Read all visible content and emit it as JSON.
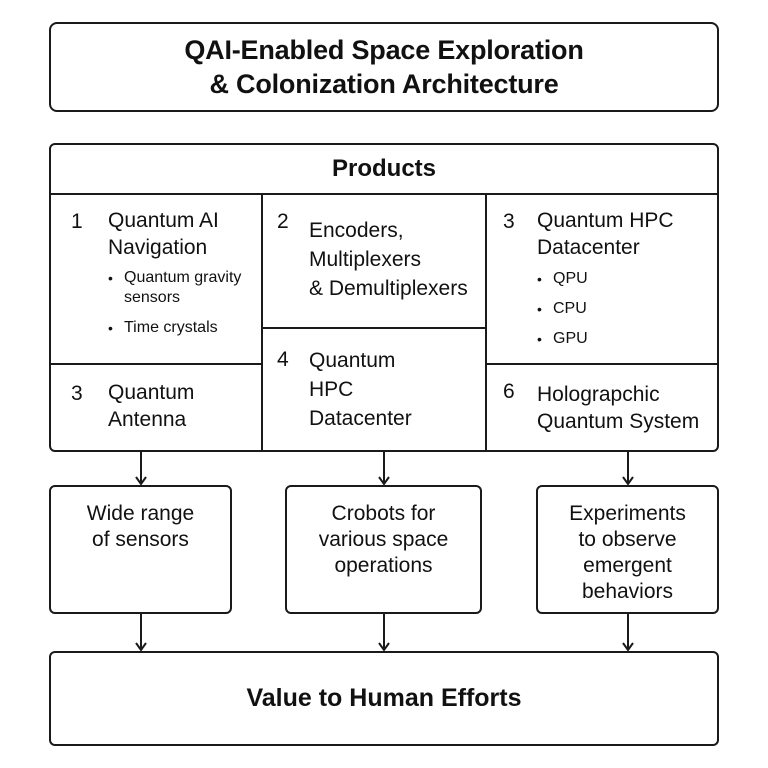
{
  "title": {
    "line1": "QAI-Enabled Space Exploration",
    "line2": "& Colonization Architecture"
  },
  "products": {
    "heading": "Products",
    "cells": [
      {
        "number": "1",
        "title_lines": [
          "Quantum AI",
          "Navigation"
        ],
        "bullets": [
          "Quantum gravity sensors",
          "Time crystals"
        ]
      },
      {
        "number": "2",
        "title_lines": [
          "Encoders,",
          "Multiplexers",
          "& Demultiplexers"
        ],
        "bullets": []
      },
      {
        "number": "3",
        "title_lines": [
          "Quantum HPC",
          "Datacenter"
        ],
        "bullets": [
          "QPU",
          "CPU",
          "GPU"
        ]
      },
      {
        "number": "3",
        "title_lines": [
          "Quantum",
          "Antenna"
        ],
        "bullets": []
      },
      {
        "number": "4",
        "title_lines": [
          "Quantum",
          "HPC",
          "Datacenter"
        ],
        "bullets": []
      },
      {
        "number": "6",
        "title_lines": [
          "Holograpchic",
          "Quantum System"
        ],
        "bullets": []
      }
    ]
  },
  "outcomes": [
    {
      "lines": [
        "Wide range",
        "of sensors"
      ]
    },
    {
      "lines": [
        "Crobots for",
        "various space",
        "operations"
      ]
    },
    {
      "lines": [
        "Experiments",
        "to observe",
        "emergent",
        "behaviors"
      ]
    }
  ],
  "value": {
    "label": "Value to Human Efforts"
  },
  "colors": {
    "line": "#1a1a1a",
    "background": "#ffffff",
    "text": "#111111"
  }
}
